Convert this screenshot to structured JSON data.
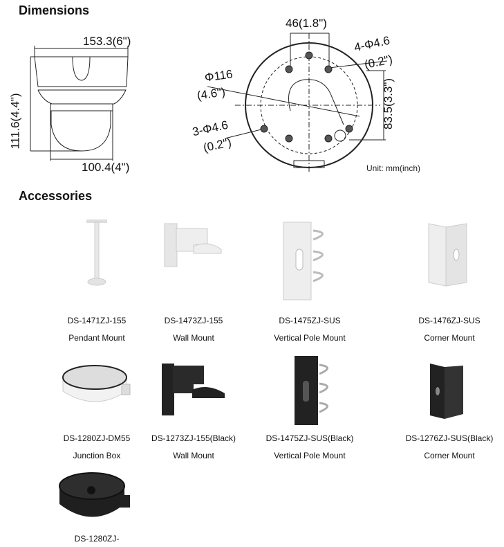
{
  "dimensions": {
    "heading": "Dimensions",
    "side_width": "153.3(6\")",
    "side_height": "111.6(4.4\")",
    "dome_width": "100.4(4\")",
    "hole_spacing": "46(1.8\")",
    "holes4_a": "4-Φ4.6",
    "holes4_b": "(0.2\")",
    "diameter_a": "Φ116",
    "diameter_b": "(4.6\")",
    "holes3_a": "3-Φ4.6",
    "holes3_b": "(0.2\")",
    "vertical": "83.5(3.3\")",
    "unit": "Unit: mm(inch)"
  },
  "accessories": {
    "heading": "Accessories",
    "items": [
      {
        "model": "DS-1471ZJ-155",
        "name": "Pendant Mount",
        "color": "#e8e8e8"
      },
      {
        "model": "DS-1473ZJ-155",
        "name": "Wall Mount",
        "color": "#e8e8e8"
      },
      {
        "model": "DS-1475ZJ-SUS",
        "name": "Vertical Pole Mount",
        "color": "#e8e8e8"
      },
      {
        "model": "DS-1476ZJ-SUS",
        "name": "Corner Mount",
        "color": "#e8e8e8"
      },
      {
        "model": "DS-1280ZJ-DM55",
        "name": "Junction Box",
        "color": "#e8e8e8"
      },
      {
        "model": "DS-1273ZJ-155(Black)",
        "name": "Wall Mount",
        "color": "#222222"
      },
      {
        "model": "DS-1475ZJ-SUS(Black)",
        "name": "Vertical Pole Mount",
        "color": "#222222"
      },
      {
        "model": "DS-1276ZJ-SUS(Black)",
        "name": "Corner Mount",
        "color": "#222222"
      },
      {
        "model": "DS-1280ZJ-",
        "color": "#222222"
      }
    ]
  }
}
